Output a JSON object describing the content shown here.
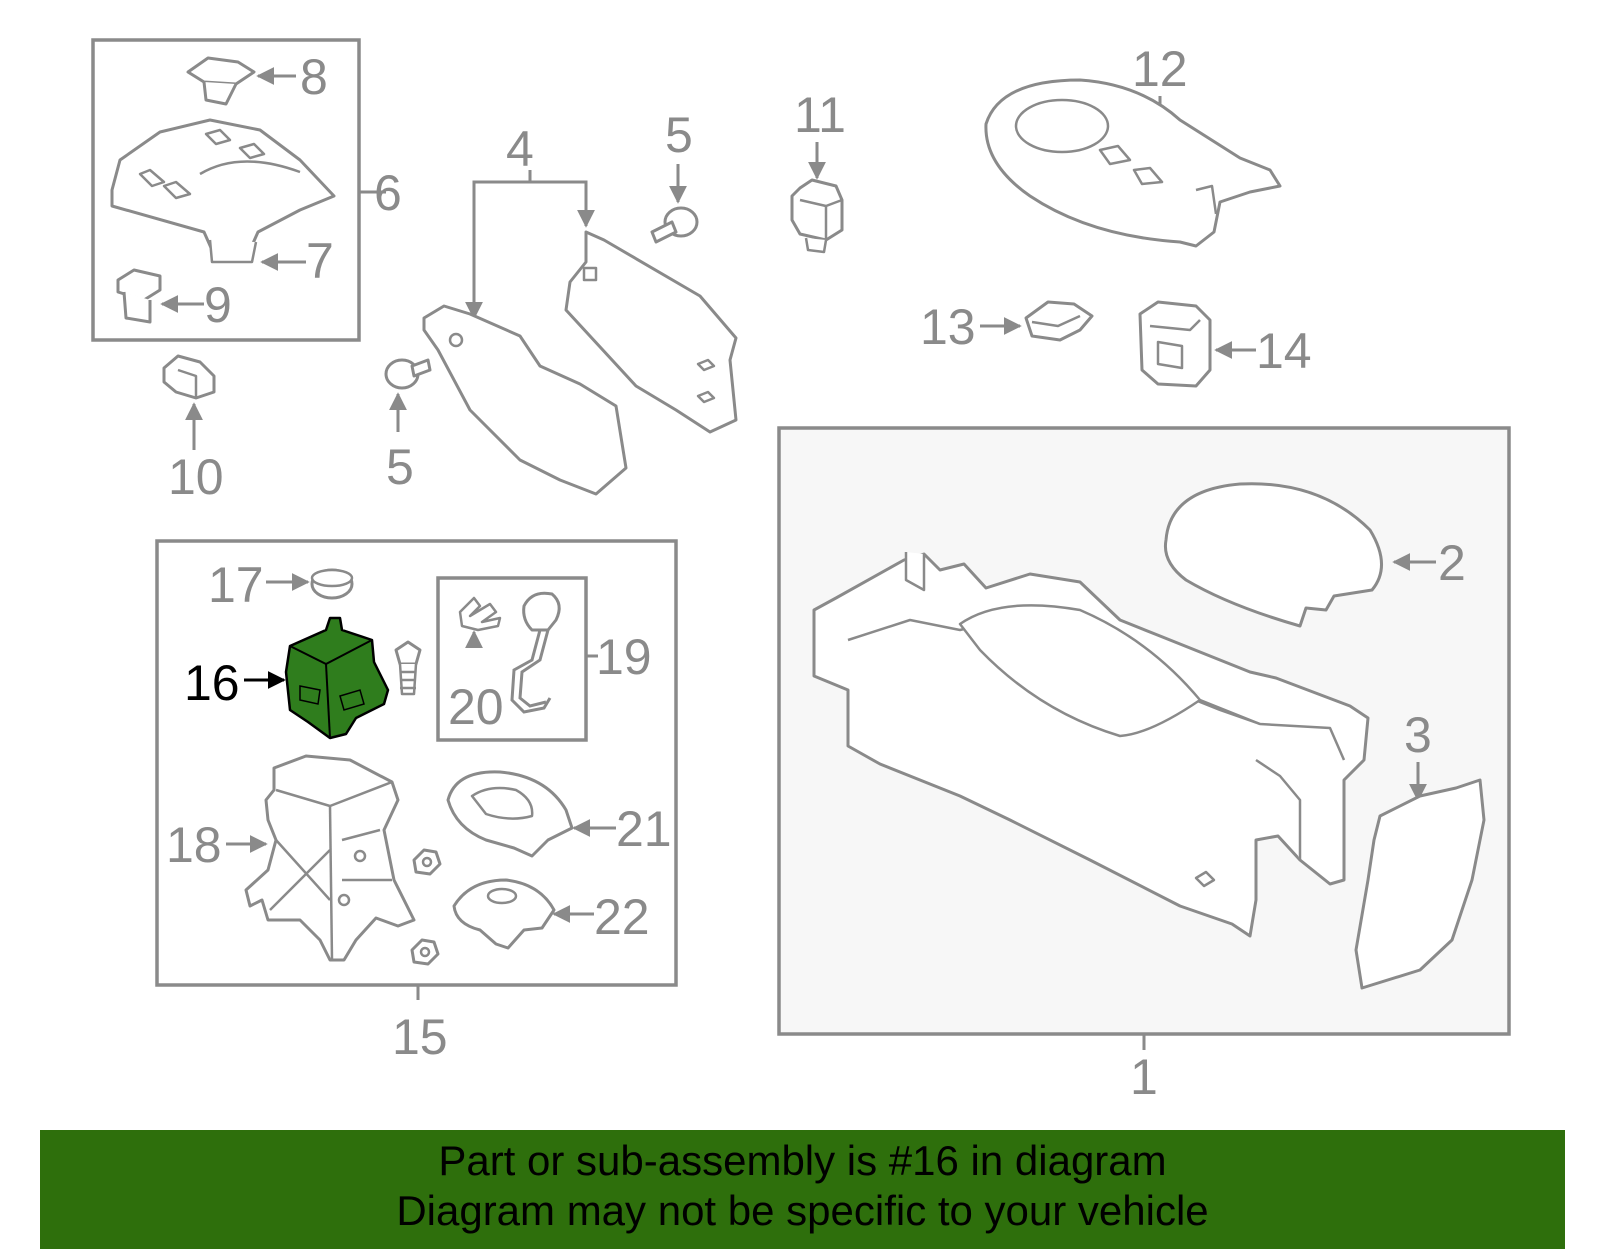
{
  "callouts": {
    "c1": "1",
    "c2": "2",
    "c3": "3",
    "c4": "4",
    "c5a": "5",
    "c5b": "5",
    "c6": "6",
    "c7": "7",
    "c8": "8",
    "c9": "9",
    "c10": "10",
    "c11": "11",
    "c12": "12",
    "c13": "13",
    "c14": "14",
    "c15": "15",
    "c16": "16",
    "c17": "17",
    "c18": "18",
    "c19": "19",
    "c20": "20",
    "c21": "21",
    "c22": "22"
  },
  "highlight": {
    "part_number": "16",
    "color": "#2f7d1d"
  },
  "banner": {
    "line1": "Part or sub-assembly is #16 in diagram",
    "line2": "Diagram may not be specific to your vehicle",
    "background": "#2e6f0c"
  }
}
